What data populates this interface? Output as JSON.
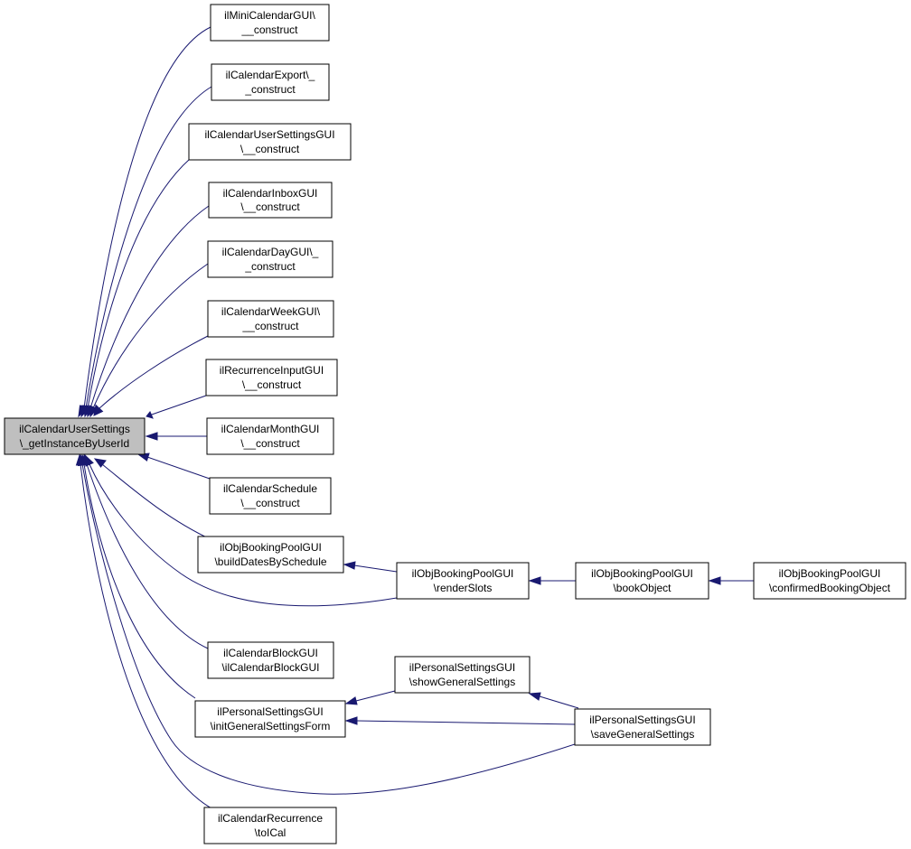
{
  "nodes": [
    {
      "id": "root",
      "line1": "ilCalendarUserSettings",
      "line2": "\\_getInstanceByUserId"
    },
    {
      "id": "mini",
      "line1": "ilMiniCalendarGUI\\",
      "line2": "__construct"
    },
    {
      "id": "export",
      "line1": "ilCalendarExport\\_",
      "line2": "_construct"
    },
    {
      "id": "usersettings",
      "line1": "ilCalendarUserSettingsGUI",
      "line2": "\\__construct"
    },
    {
      "id": "inbox",
      "line1": "ilCalendarInboxGUI",
      "line2": "\\__construct"
    },
    {
      "id": "day",
      "line1": "ilCalendarDayGUI\\_",
      "line2": "_construct"
    },
    {
      "id": "week",
      "line1": "ilCalendarWeekGUI\\",
      "line2": "__construct"
    },
    {
      "id": "recinput",
      "line1": "ilRecurrenceInputGUI",
      "line2": "\\__construct"
    },
    {
      "id": "month",
      "line1": "ilCalendarMonthGUI",
      "line2": "\\__construct"
    },
    {
      "id": "schedule",
      "line1": "ilCalendarSchedule",
      "line2": "\\__construct"
    },
    {
      "id": "builddates",
      "line1": "ilObjBookingPoolGUI",
      "line2": "\\buildDatesBySchedule"
    },
    {
      "id": "renderslots",
      "line1": "ilObjBookingPoolGUI",
      "line2": "\\renderSlots"
    },
    {
      "id": "bookobject",
      "line1": "ilObjBookingPoolGUI",
      "line2": "\\bookObject"
    },
    {
      "id": "confirmed",
      "line1": "ilObjBookingPoolGUI",
      "line2": "\\confirmedBookingObject"
    },
    {
      "id": "block",
      "line1": "ilCalendarBlockGUI",
      "line2": "\\ilCalendarBlockGUI"
    },
    {
      "id": "initgeneral",
      "line1": "ilPersonalSettingsGUI",
      "line2": "\\initGeneralSettingsForm"
    },
    {
      "id": "showgeneral",
      "line1": "ilPersonalSettingsGUI",
      "line2": "\\showGeneralSettings"
    },
    {
      "id": "savegeneral",
      "line1": "ilPersonalSettingsGUI",
      "line2": "\\saveGeneralSettings"
    },
    {
      "id": "recurrence",
      "line1": "ilCalendarRecurrence",
      "line2": "\\toICal"
    }
  ],
  "edges": [
    {
      "from": "mini",
      "to": "root"
    },
    {
      "from": "export",
      "to": "root"
    },
    {
      "from": "usersettings",
      "to": "root"
    },
    {
      "from": "inbox",
      "to": "root"
    },
    {
      "from": "day",
      "to": "root"
    },
    {
      "from": "week",
      "to": "root"
    },
    {
      "from": "recinput",
      "to": "root"
    },
    {
      "from": "month",
      "to": "root"
    },
    {
      "from": "schedule",
      "to": "root"
    },
    {
      "from": "builddates",
      "to": "root"
    },
    {
      "from": "renderslots",
      "to": "root"
    },
    {
      "from": "renderslots",
      "to": "builddates"
    },
    {
      "from": "bookobject",
      "to": "renderslots"
    },
    {
      "from": "confirmed",
      "to": "bookobject"
    },
    {
      "from": "block",
      "to": "root"
    },
    {
      "from": "initgeneral",
      "to": "root"
    },
    {
      "from": "showgeneral",
      "to": "initgeneral"
    },
    {
      "from": "savegeneral",
      "to": "initgeneral"
    },
    {
      "from": "savegeneral",
      "to": "showgeneral"
    },
    {
      "from": "savegeneral",
      "to": "root"
    },
    {
      "from": "recurrence",
      "to": "root"
    }
  ],
  "colors": {
    "edge": "#191970",
    "root_fill": "#bfbfbf",
    "node_fill": "#ffffff",
    "border": "#000000"
  }
}
